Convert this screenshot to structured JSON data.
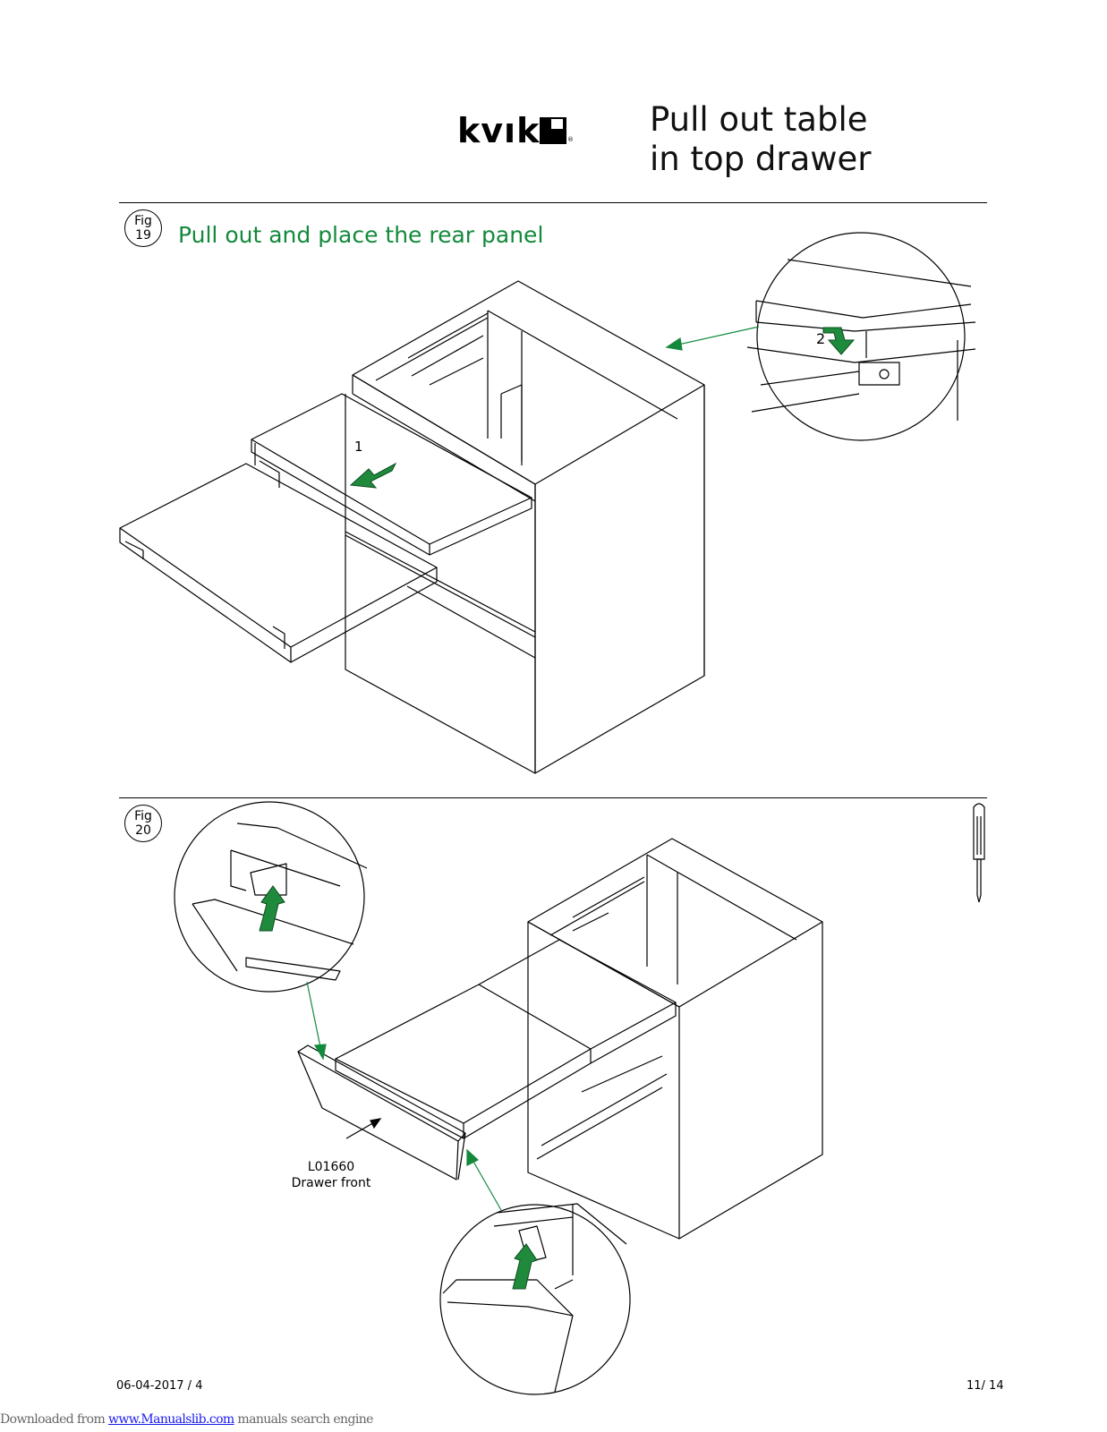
{
  "brand": {
    "name": "kvık",
    "mark": "®"
  },
  "header": {
    "title_line1": "Pull out table",
    "title_line2": "in top drawer"
  },
  "fig19": {
    "badge_word": "Fig",
    "badge_number": "19",
    "instruction": "Pull out and place the rear panel",
    "step1": "1",
    "step2": "2"
  },
  "fig20": {
    "badge_word": "Fig",
    "badge_number": "20",
    "part_code": "L01660",
    "part_name": "Drawer front"
  },
  "footer": {
    "date_version": "06-04-2017 / 4",
    "page": "11/ 14",
    "download_prefix": "Downloaded from ",
    "download_link": "www.Manualslib.com",
    "download_suffix": "  manuals search engine"
  },
  "colors": {
    "accent_green": "#13893c",
    "arrow_green": "#1f8a3c"
  }
}
